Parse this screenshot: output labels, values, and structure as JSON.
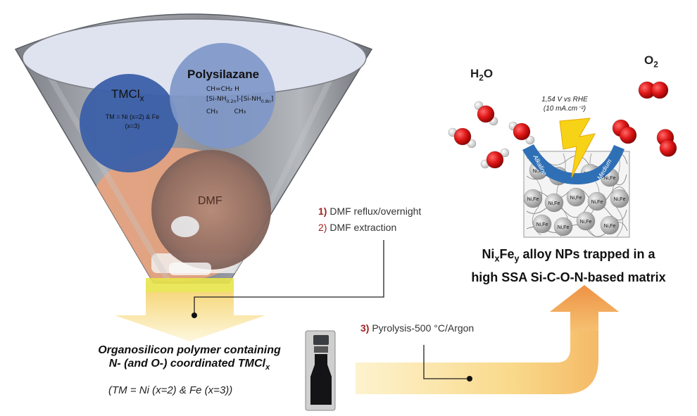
{
  "funnel": {
    "circle_tmcl": {
      "title": "TMCl",
      "title_sub": "x",
      "note_line1": "TM = Ni (x=2) & Fe",
      "note_line2": "(x=3)"
    },
    "circle_polysilazane": {
      "title": "Polysilazane",
      "struct_top": "CH=CH₂   H",
      "struct_mid_a": "Si-NH",
      "struct_mid_a_sub": "0.2n",
      "struct_mid_b": "Si-NH",
      "struct_mid_b_sub": "0.8n",
      "struct_bot_a": "CH₃",
      "struct_bot_b": "CH₃"
    },
    "circle_dmf": {
      "title": "DMF"
    }
  },
  "steps": {
    "step1_num": "1)",
    "step1_text": "DMF reflux/overnight",
    "step2_num": "2)",
    "step2_text": "DMF extraction",
    "step3_num": "3)",
    "step3_text": "Pyrolysis-500 °C/Argon"
  },
  "product": {
    "line1": "Organosilicon polymer containing",
    "line2_main": "N- (and O-) coordinated TMCl",
    "line2_sub": "x",
    "line3": "(TM = Ni (x=2) & Fe (x=3))"
  },
  "reaction": {
    "h2o_main": "H",
    "h2o_sub": "2",
    "h2o_end": "O",
    "o2_main": "O",
    "o2_sub": "2",
    "potential_line1": "1,54 V vs RHE",
    "potential_line2": "(10 mA.cm⁻²)",
    "arc_left": "Alkaline",
    "arc_right": "Medium",
    "np_labels": [
      "Ni",
      "Fe"
    ]
  },
  "final": {
    "line1_a": "Ni",
    "line1_a_sub": "x",
    "line1_b": "Fe",
    "line1_b_sub": "y",
    "line1_c": " alloy NPs trapped in a",
    "line2": "high SSA Si-C-O-N-based matrix"
  },
  "colors": {
    "arrow_yellow_light": "#fdf3c6",
    "arrow_yellow": "#f9d77a",
    "arrow_orange": "#f0a050",
    "tmcl_circle": "#3b5fa8",
    "polysilazane_circle": "#7f97c8",
    "dmf_circle": "#c8866e",
    "step_number_red": "#a02020",
    "molecule_red": "#d81818",
    "bolt_yellow": "#f6d316",
    "arc_blue": "#2f6fb5"
  },
  "icons": [
    "funnel-icon",
    "vial-icon",
    "water-molecule-icon",
    "oxygen-molecule-icon",
    "lightning-bolt-icon",
    "nanoparticle-icon"
  ]
}
